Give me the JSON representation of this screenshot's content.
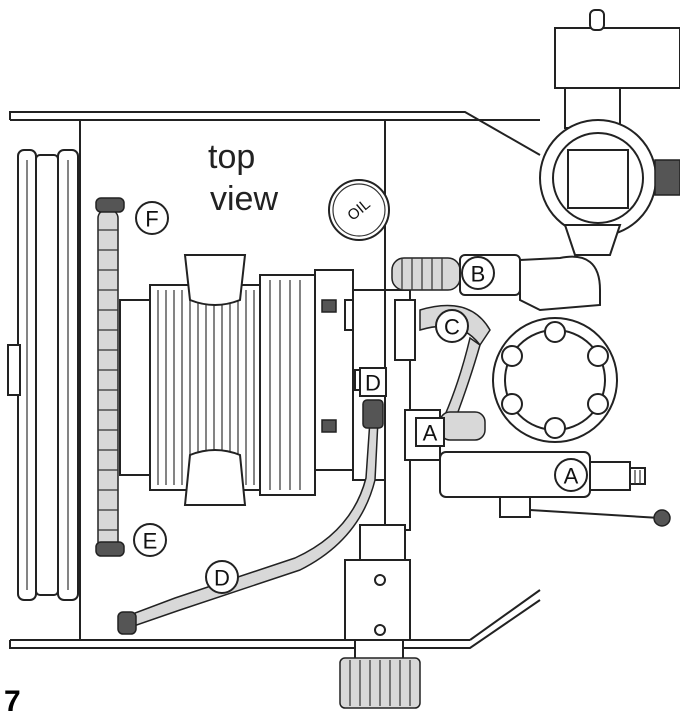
{
  "figure": {
    "number": "7",
    "view_title_line1": "top",
    "view_title_line2": "view",
    "oil_cap_label": "OIL"
  },
  "callouts": {
    "a_fitting": "A",
    "a_hose_end": "A",
    "b_fitting": "B",
    "c_fitting": "C",
    "d_fitting": "D",
    "d_hose": "D",
    "e_clamp": "E",
    "f_clamp": "F"
  }
}
